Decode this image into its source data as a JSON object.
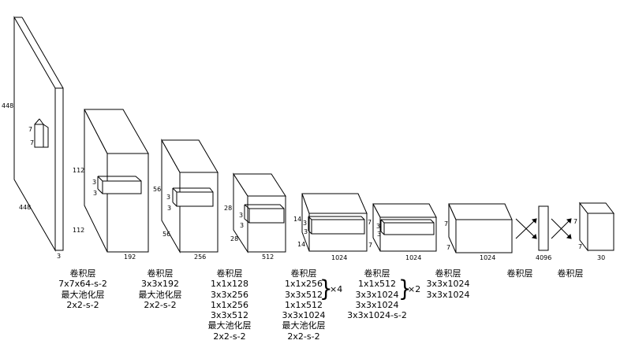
{
  "input": {
    "height": "448",
    "width": "448",
    "channels": "3",
    "kernel_h": "7",
    "kernel_w": "7"
  },
  "block1": {
    "height": "112",
    "depth": "112",
    "channels": "192",
    "kernel_h": "3",
    "kernel_w": "3"
  },
  "block2": {
    "height": "56",
    "depth": "56",
    "channels": "256",
    "kernel_h": "3",
    "kernel_w": "3"
  },
  "block3": {
    "height": "28",
    "depth": "28",
    "channels": "512",
    "kernel_h": "3",
    "kernel_w": "3"
  },
  "block4": {
    "height": "14",
    "depth": "14",
    "channels": "1024",
    "kernel_h": "3",
    "kernel_w": "3"
  },
  "block5": {
    "height": "7",
    "depth": "7",
    "channels": "1024",
    "kernel_h": "3",
    "kernel_w": "3"
  },
  "block6": {
    "height": "7",
    "depth": "7",
    "channels": "1024"
  },
  "fc1": {
    "size": "4096"
  },
  "output": {
    "height": "7",
    "depth": "7",
    "channels": "30"
  },
  "captions": [
    {
      "lines": [
        "卷积层",
        "7x7x64-s-2",
        "最大池化层",
        "2x2-s-2"
      ]
    },
    {
      "lines": [
        "卷积层",
        "3x3x192",
        "最大池化层",
        "2x2-s-2"
      ]
    },
    {
      "lines": [
        "卷积层",
        "1x1x128",
        "3x3x256",
        "1x1x256",
        "3x3x512",
        "最大池化层",
        "2x2-s-2"
      ]
    },
    {
      "lines": [
        "卷积层",
        "1x1x256",
        "3x3x512",
        "1x1x512",
        "3x3x1024",
        "最大池化层",
        "2x2-s-2"
      ]
    },
    {
      "lines": [
        "卷积层",
        "1x1x512",
        "3x3x1024",
        "3x3x1024",
        "3x3x1024-s-2"
      ]
    },
    {
      "lines": [
        "卷积层",
        "3x3x1024",
        "3x3x1024"
      ]
    },
    {
      "lines": [
        "卷积层"
      ]
    },
    {
      "lines": [
        "卷积层"
      ]
    }
  ],
  "repeats": {
    "block4": "×4",
    "block5": "×2"
  }
}
